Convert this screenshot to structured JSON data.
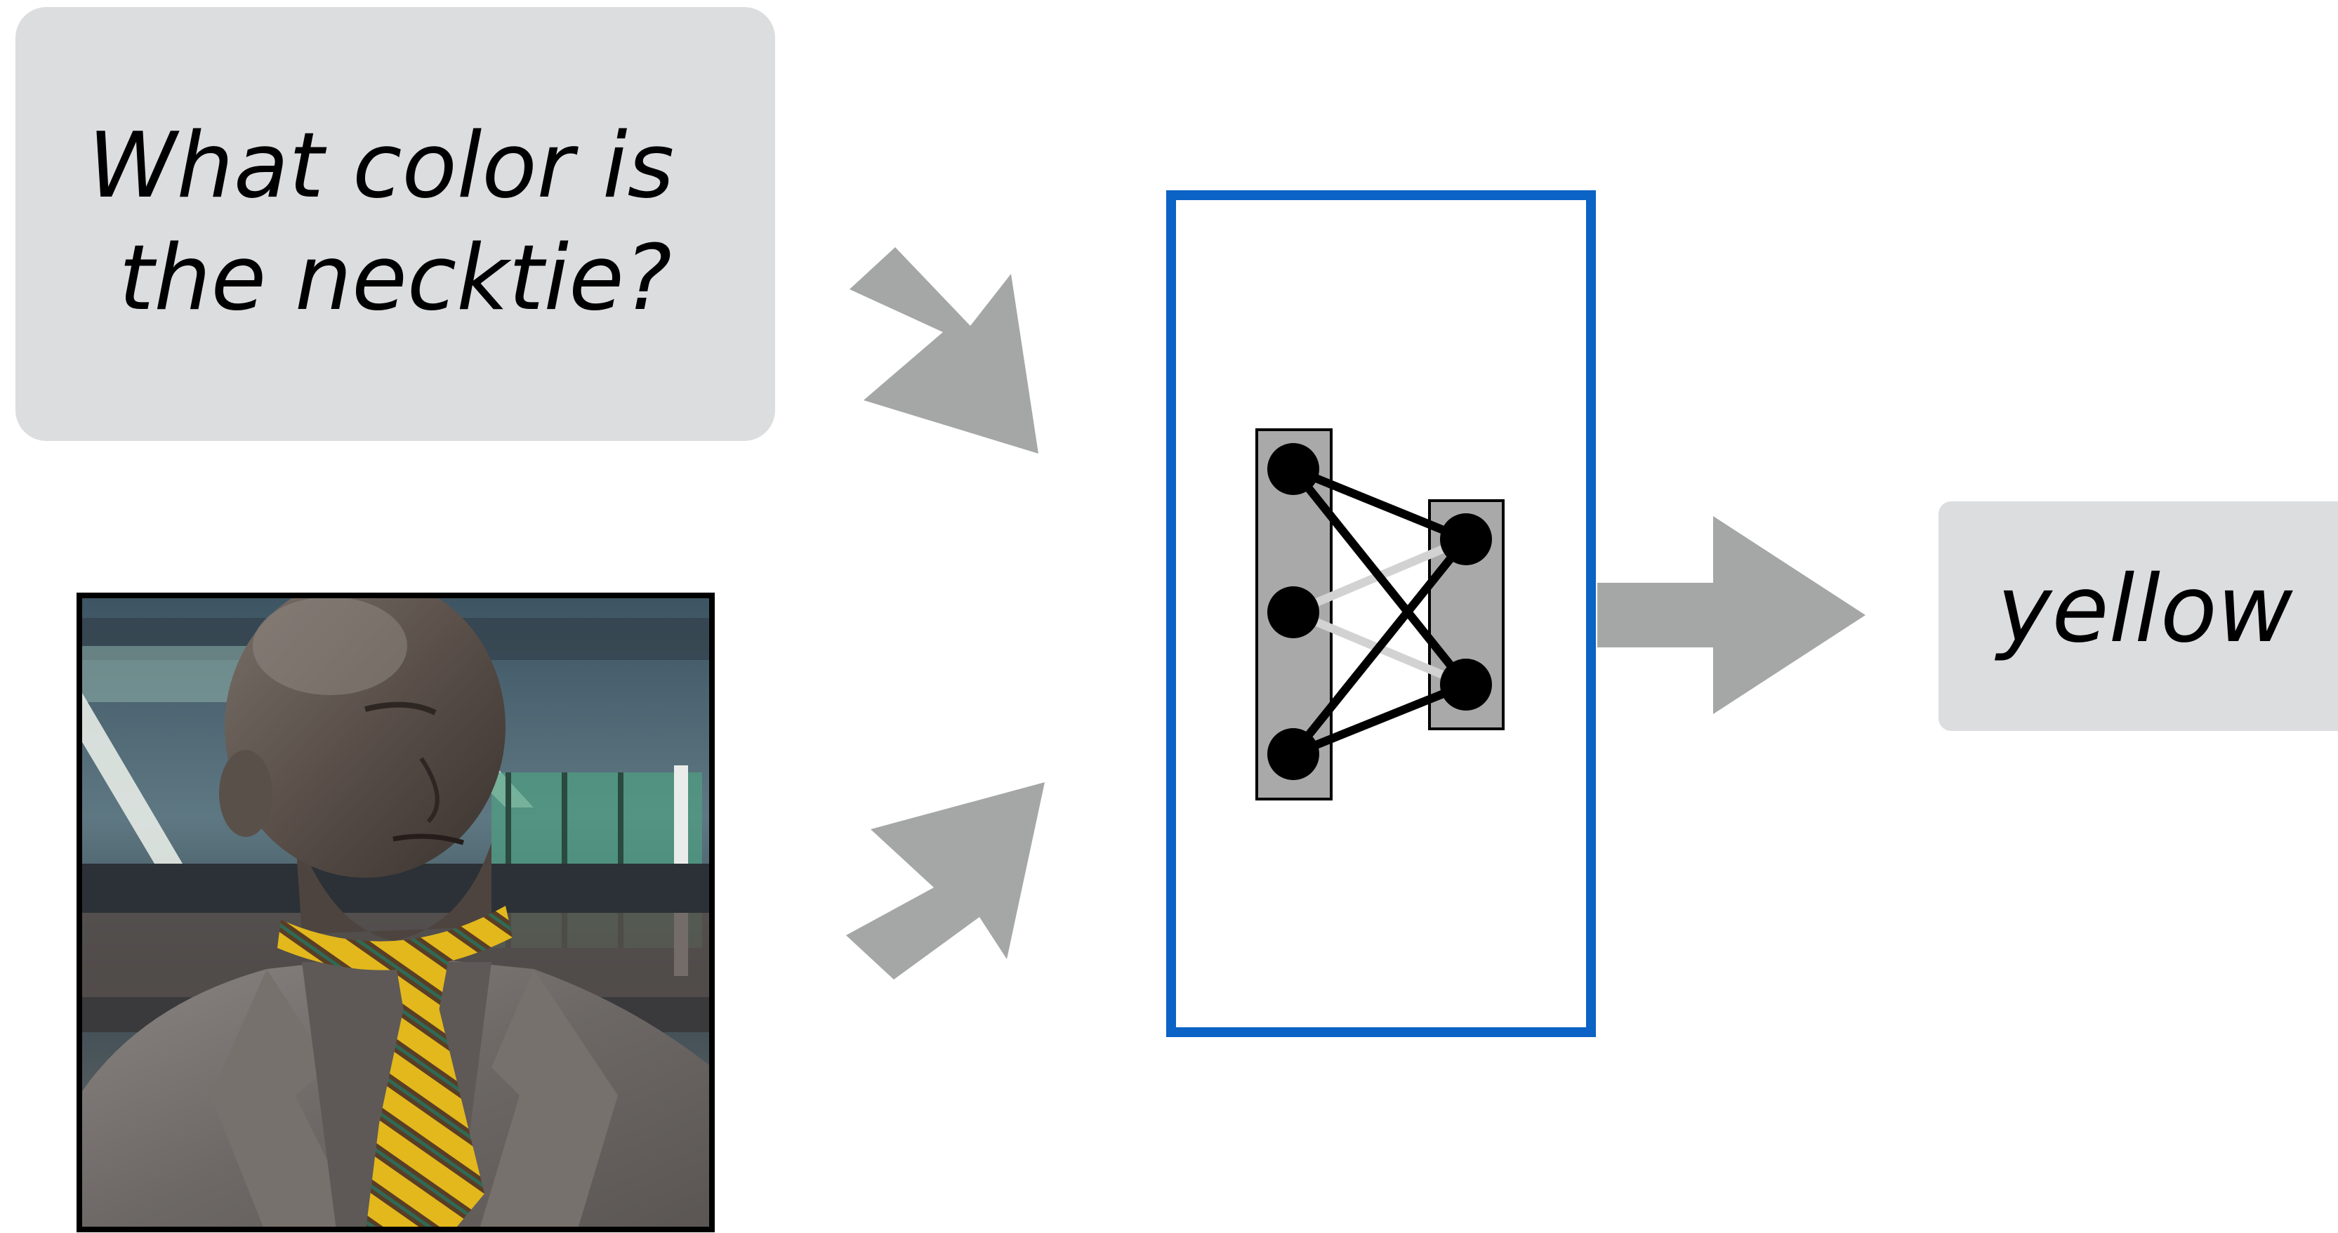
{
  "question": {
    "lines": [
      "What color is",
      "the necktie?"
    ]
  },
  "answer": {
    "text": "yellow"
  },
  "image": {
    "subject": "bronze statue of a bald man wearing a suit with a yellow striped necktie"
  },
  "colors": {
    "bubble_fill": "#dcdddf",
    "arrow_fill": "#a5a7a6",
    "model_border": "#0b63c5",
    "layer_fill": "#a9a9a9",
    "node_fill": "#000000",
    "weak_edge": "#d2d2d2",
    "tie_yellow": "#e3b81c"
  }
}
